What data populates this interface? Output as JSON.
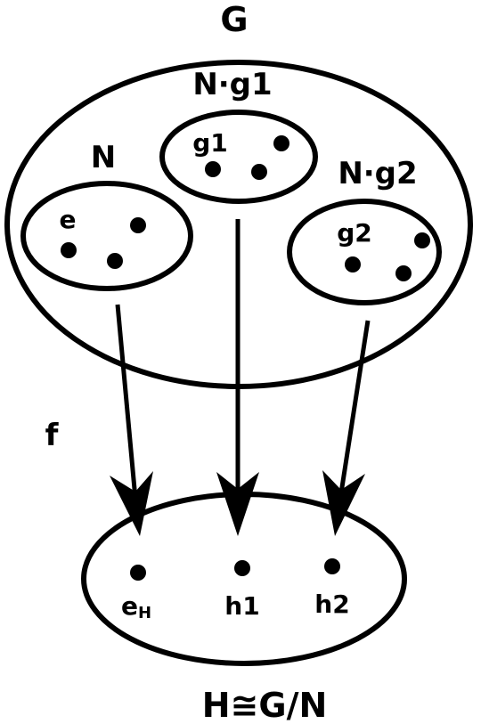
{
  "labels": {
    "group": "G",
    "subgroup": "N",
    "coset1": "N·g1",
    "coset2": "N·g2",
    "identity": "e",
    "g1": "g1",
    "g2": "g2",
    "map": "f",
    "identity_h_base": "e",
    "identity_h_sub": "H",
    "h1": "h1",
    "h2": "h2",
    "quotient": "H≅G/N"
  },
  "icons": {
    "element": "filled-dot",
    "mapping": "arrow-down"
  },
  "colors": {
    "ink": "#000000",
    "background": "#ffffff"
  }
}
